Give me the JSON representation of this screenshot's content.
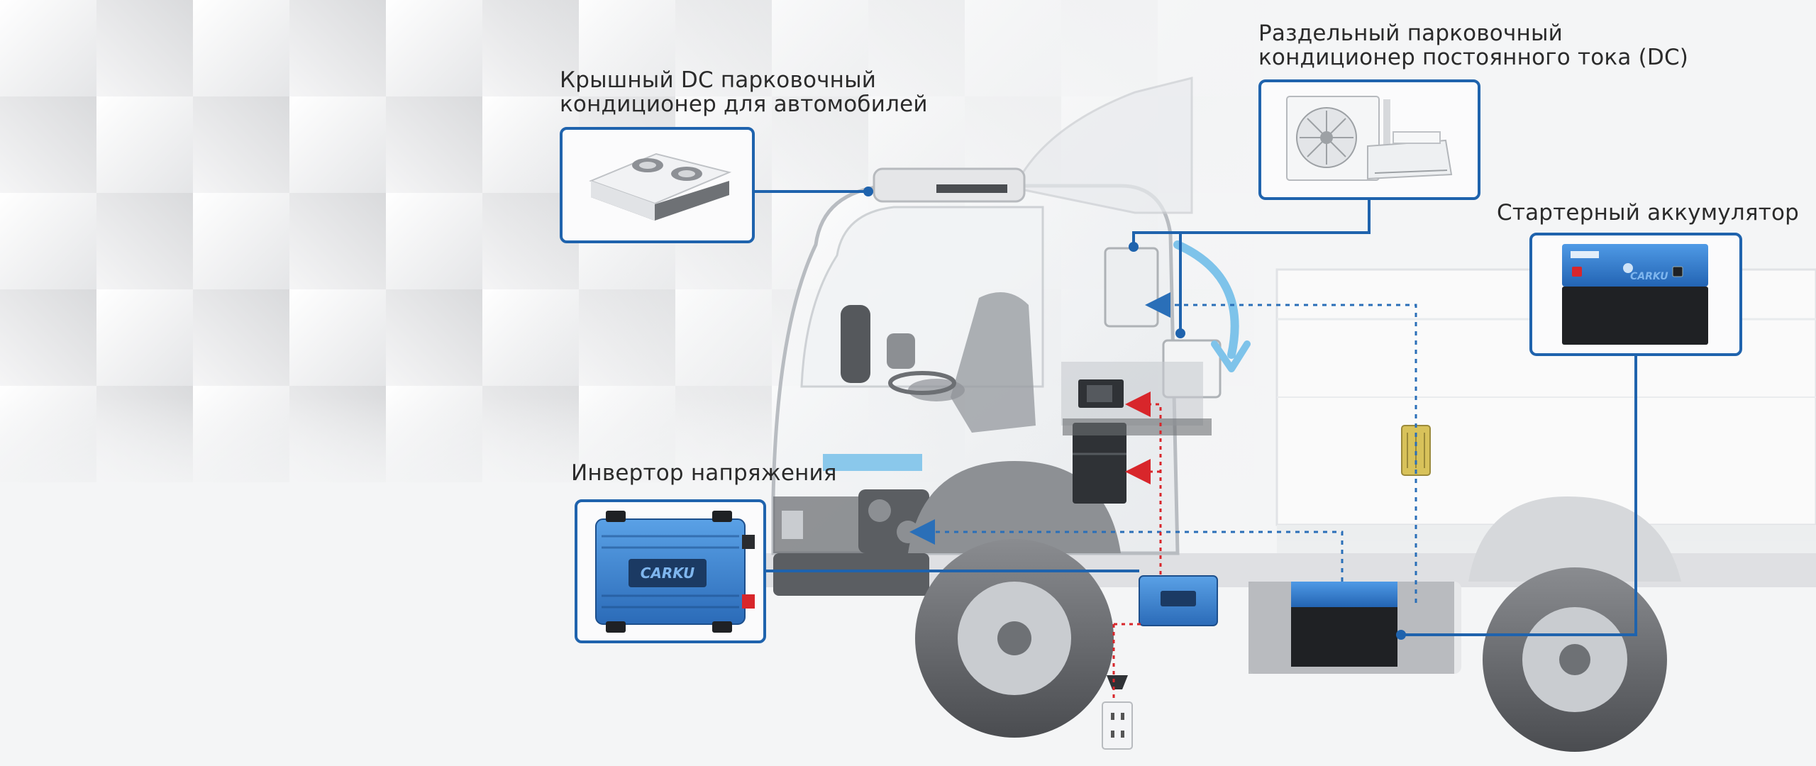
{
  "labels": {
    "rooftop_ac": [
      "Крышный DC парковочный",
      "кондиционер для автомобилей"
    ],
    "split_ac": [
      "Раздельный парковочный",
      "кондиционер постоянного тока (DC)"
    ],
    "starter_battery": "Стартерный аккумулятор",
    "inverter": "Инвертор напряжения"
  },
  "brand": {
    "logo_text": "CARKU"
  },
  "colors": {
    "accent_blue": "#1f63ad",
    "dc_line": "#2a6fb8",
    "ac_line": "#d8262b",
    "airflow": "#7ec3ea"
  }
}
